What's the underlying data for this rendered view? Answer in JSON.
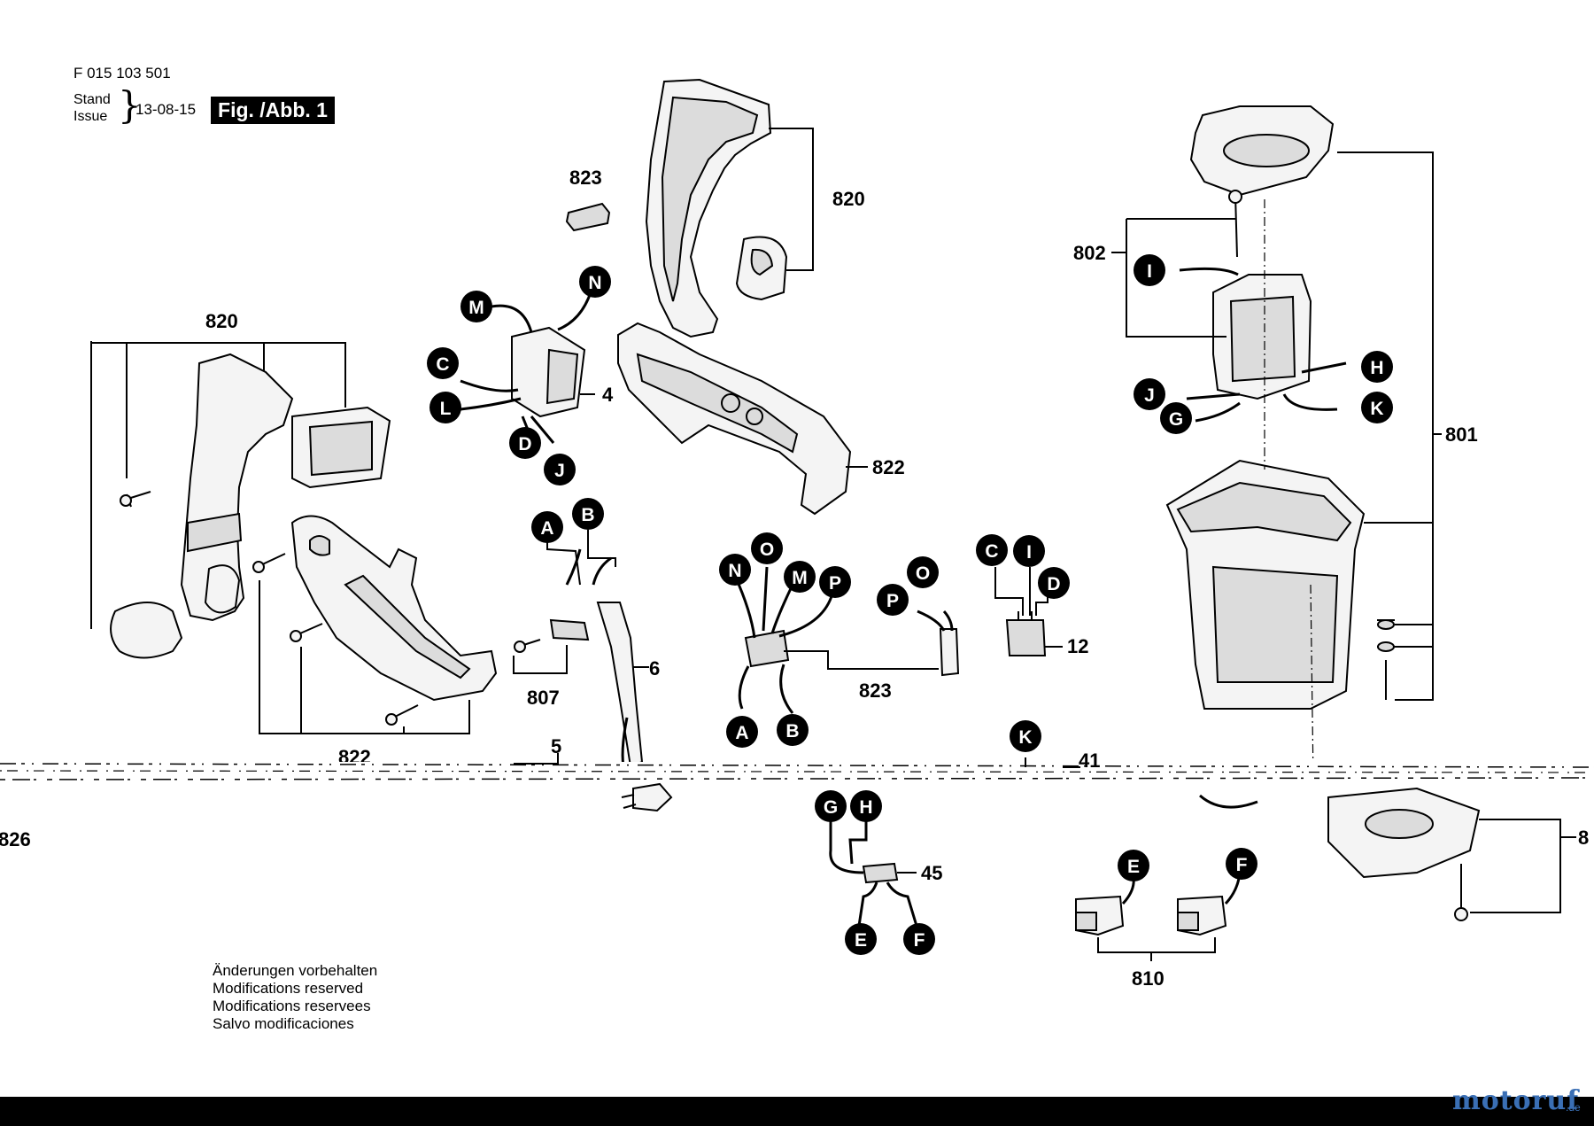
{
  "header": {
    "doc_number": "F 015 103 501",
    "stand_label": "Stand",
    "issue_label": "Issue",
    "date": "13-08-15",
    "fig_label": "Fig. /Abb. 1"
  },
  "notes": [
    "Änderungen vorbehalten",
    "Modifications reserved",
    "Modifications reservees",
    "Salvo modificaciones"
  ],
  "watermark": {
    "text": "motoruf",
    "suffix": ".de",
    "color": "#3a6fb5"
  },
  "part_numbers": {
    "p823_top": "823",
    "p820_top": "820",
    "p820_left": "820",
    "p802": "802",
    "p801": "801",
    "p4": "4",
    "p822_right": "822",
    "p822_bottom": "822",
    "p6": "6",
    "p807": "807",
    "p823_mid": "823",
    "p12": "12",
    "p5": "5",
    "p41": "41",
    "p826": "826",
    "p45": "45",
    "p810": "810"
  },
  "connector_labels": {
    "N_top": "N",
    "M_top": "M",
    "C_left": "C",
    "L": "L",
    "D_left": "D",
    "J_left": "J",
    "A_cord": "A",
    "B_cord": "B",
    "N_mid": "N",
    "O_mid": "O",
    "M_mid": "M",
    "P_mid": "P",
    "A_mid": "A",
    "B_mid": "B",
    "P_right": "P",
    "O_right": "O",
    "C_right": "C",
    "I_right": "I",
    "D_right": "D",
    "I_motor": "I",
    "H_motor": "H",
    "J_motor": "J",
    "G_motor": "G",
    "K_motor": "K",
    "K_bottom": "K",
    "G_bottom": "G",
    "H_bottom": "H",
    "E_left": "E",
    "F_left": "F",
    "E_right": "E",
    "F_right": "F"
  },
  "colors": {
    "callout_fill": "#000000",
    "callout_text": "#ffffff",
    "line": "#000000"
  }
}
